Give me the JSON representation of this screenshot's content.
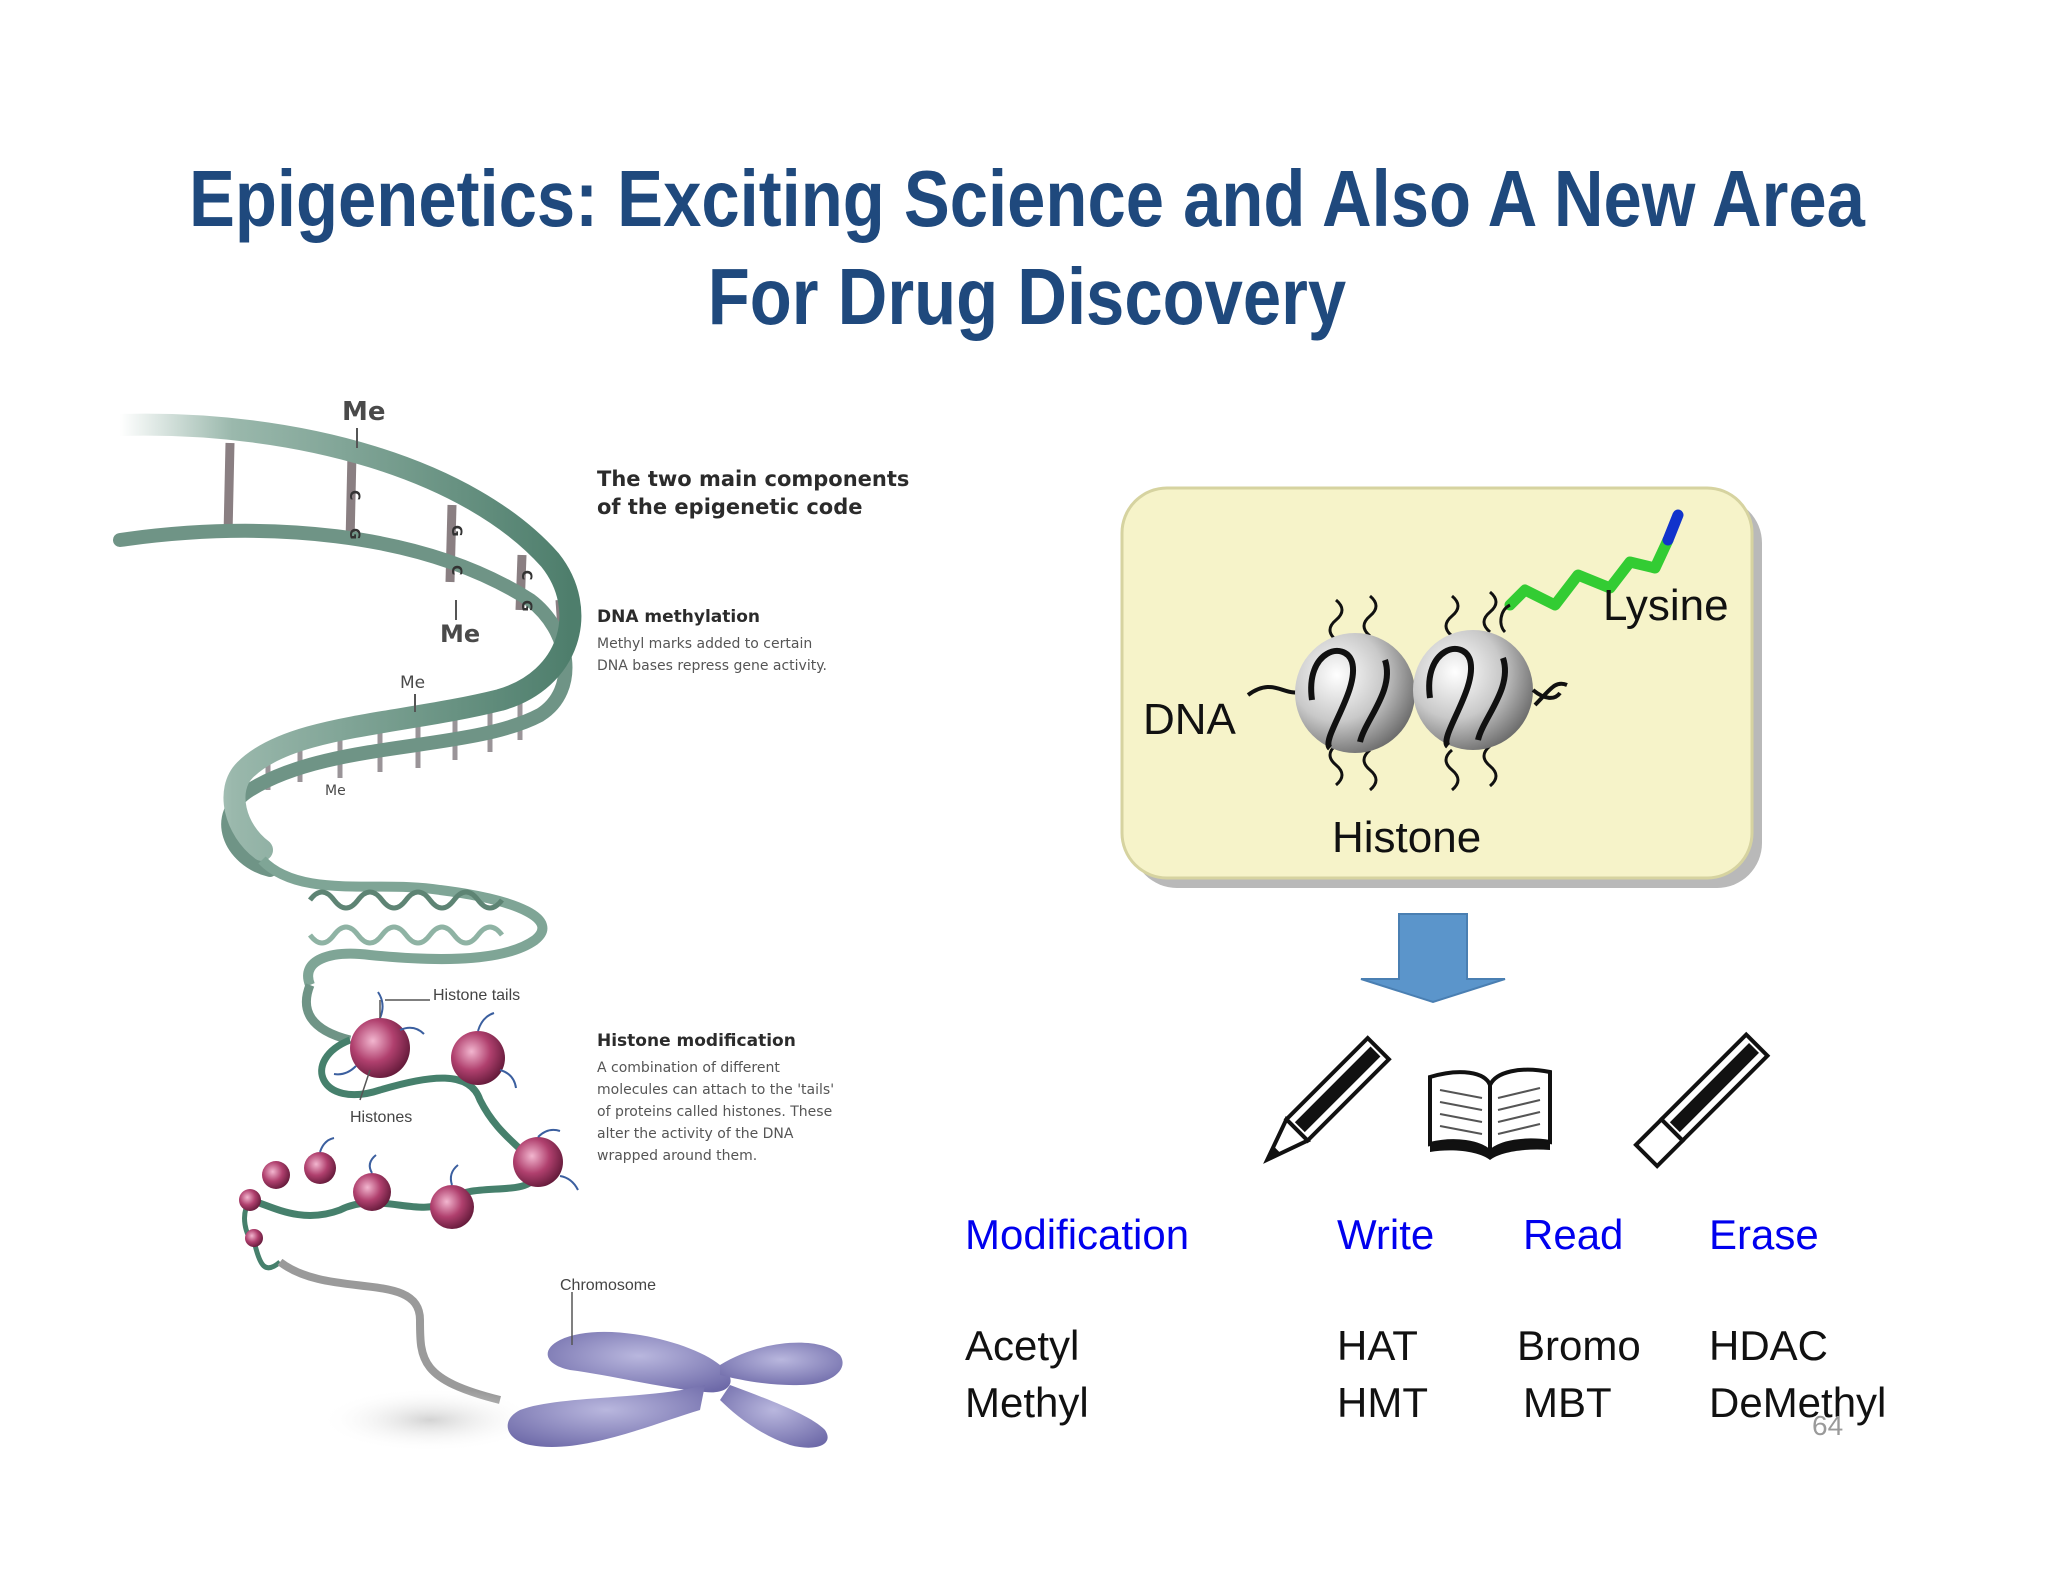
{
  "slide": {
    "title_line1": "Epigenetics: Exciting Science and Also A New Area",
    "title_line2": "For Drug Discovery",
    "page_number": "64"
  },
  "illustration": {
    "me_labels": [
      "Me",
      "Me",
      "Me",
      "Me"
    ],
    "rung_letters": [
      "C",
      "G",
      "G",
      "C",
      "C",
      "G"
    ],
    "components_heading_line1": "The two main components",
    "components_heading_line2": "of the epigenetic code",
    "dna_methylation_heading": "DNA methylation",
    "dna_methylation_line1": "Methyl marks added to certain",
    "dna_methylation_line2": "DNA bases repress gene activity.",
    "histone_tails_label": "Histone tails",
    "histones_label": "Histones",
    "histone_mod_heading": "Histone modification",
    "histone_mod_line1": "A combination of different",
    "histone_mod_line2": "molecules can attach to the 'tails'",
    "histone_mod_line3": "of proteins called histones. These",
    "histone_mod_line4": "alter the activity of the DNA",
    "histone_mod_line5": "wrapped around them.",
    "chromosome_label": "Chromosome"
  },
  "nucleosome_box": {
    "dna_label": "DNA",
    "lysine_label": "Lysine",
    "histone_label": "Histone",
    "box_color": "#F6F3C9",
    "lysine_color": "#33CC33",
    "nitrogen_color": "#1133CC"
  },
  "arrow": {
    "color": "#5B95CB"
  },
  "table": {
    "header_color": "#0000EE",
    "headers": [
      "Modification",
      "Write",
      "Read",
      "Erase"
    ],
    "rows": [
      [
        "Acetyl",
        "HAT",
        "Bromo",
        "HDAC"
      ],
      [
        "Methyl",
        "HMT",
        "MBT",
        "DeMethyl"
      ]
    ],
    "icons": [
      "pencil-icon",
      "open-book-icon",
      "eraser-icon"
    ]
  }
}
